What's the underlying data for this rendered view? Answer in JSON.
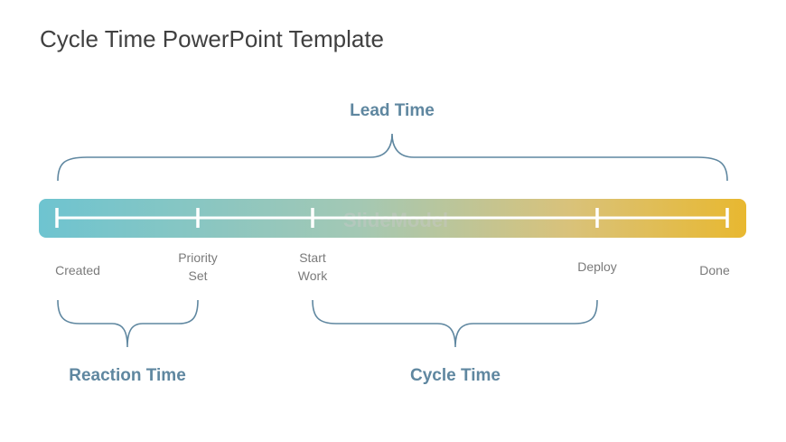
{
  "slide": {
    "title": "Cycle Time PowerPoint Template",
    "watermark": "SlideModel"
  },
  "timeline": {
    "gradient_start": "#6ec4d0",
    "gradient_end": "#e8b830",
    "stages": [
      {
        "id": "created",
        "lines": [
          "Created"
        ]
      },
      {
        "id": "priority-set",
        "lines": [
          "Priority",
          "Set"
        ]
      },
      {
        "id": "start-work",
        "lines": [
          "Start",
          "Work"
        ]
      },
      {
        "id": "deploy",
        "lines": [
          "Deploy"
        ]
      },
      {
        "id": "done",
        "lines": [
          "Done"
        ]
      }
    ]
  },
  "braces": {
    "lead_time": "Lead Time",
    "reaction_time": "Reaction Time",
    "cycle_time": "Cycle Time",
    "color": "#5f87a0"
  }
}
